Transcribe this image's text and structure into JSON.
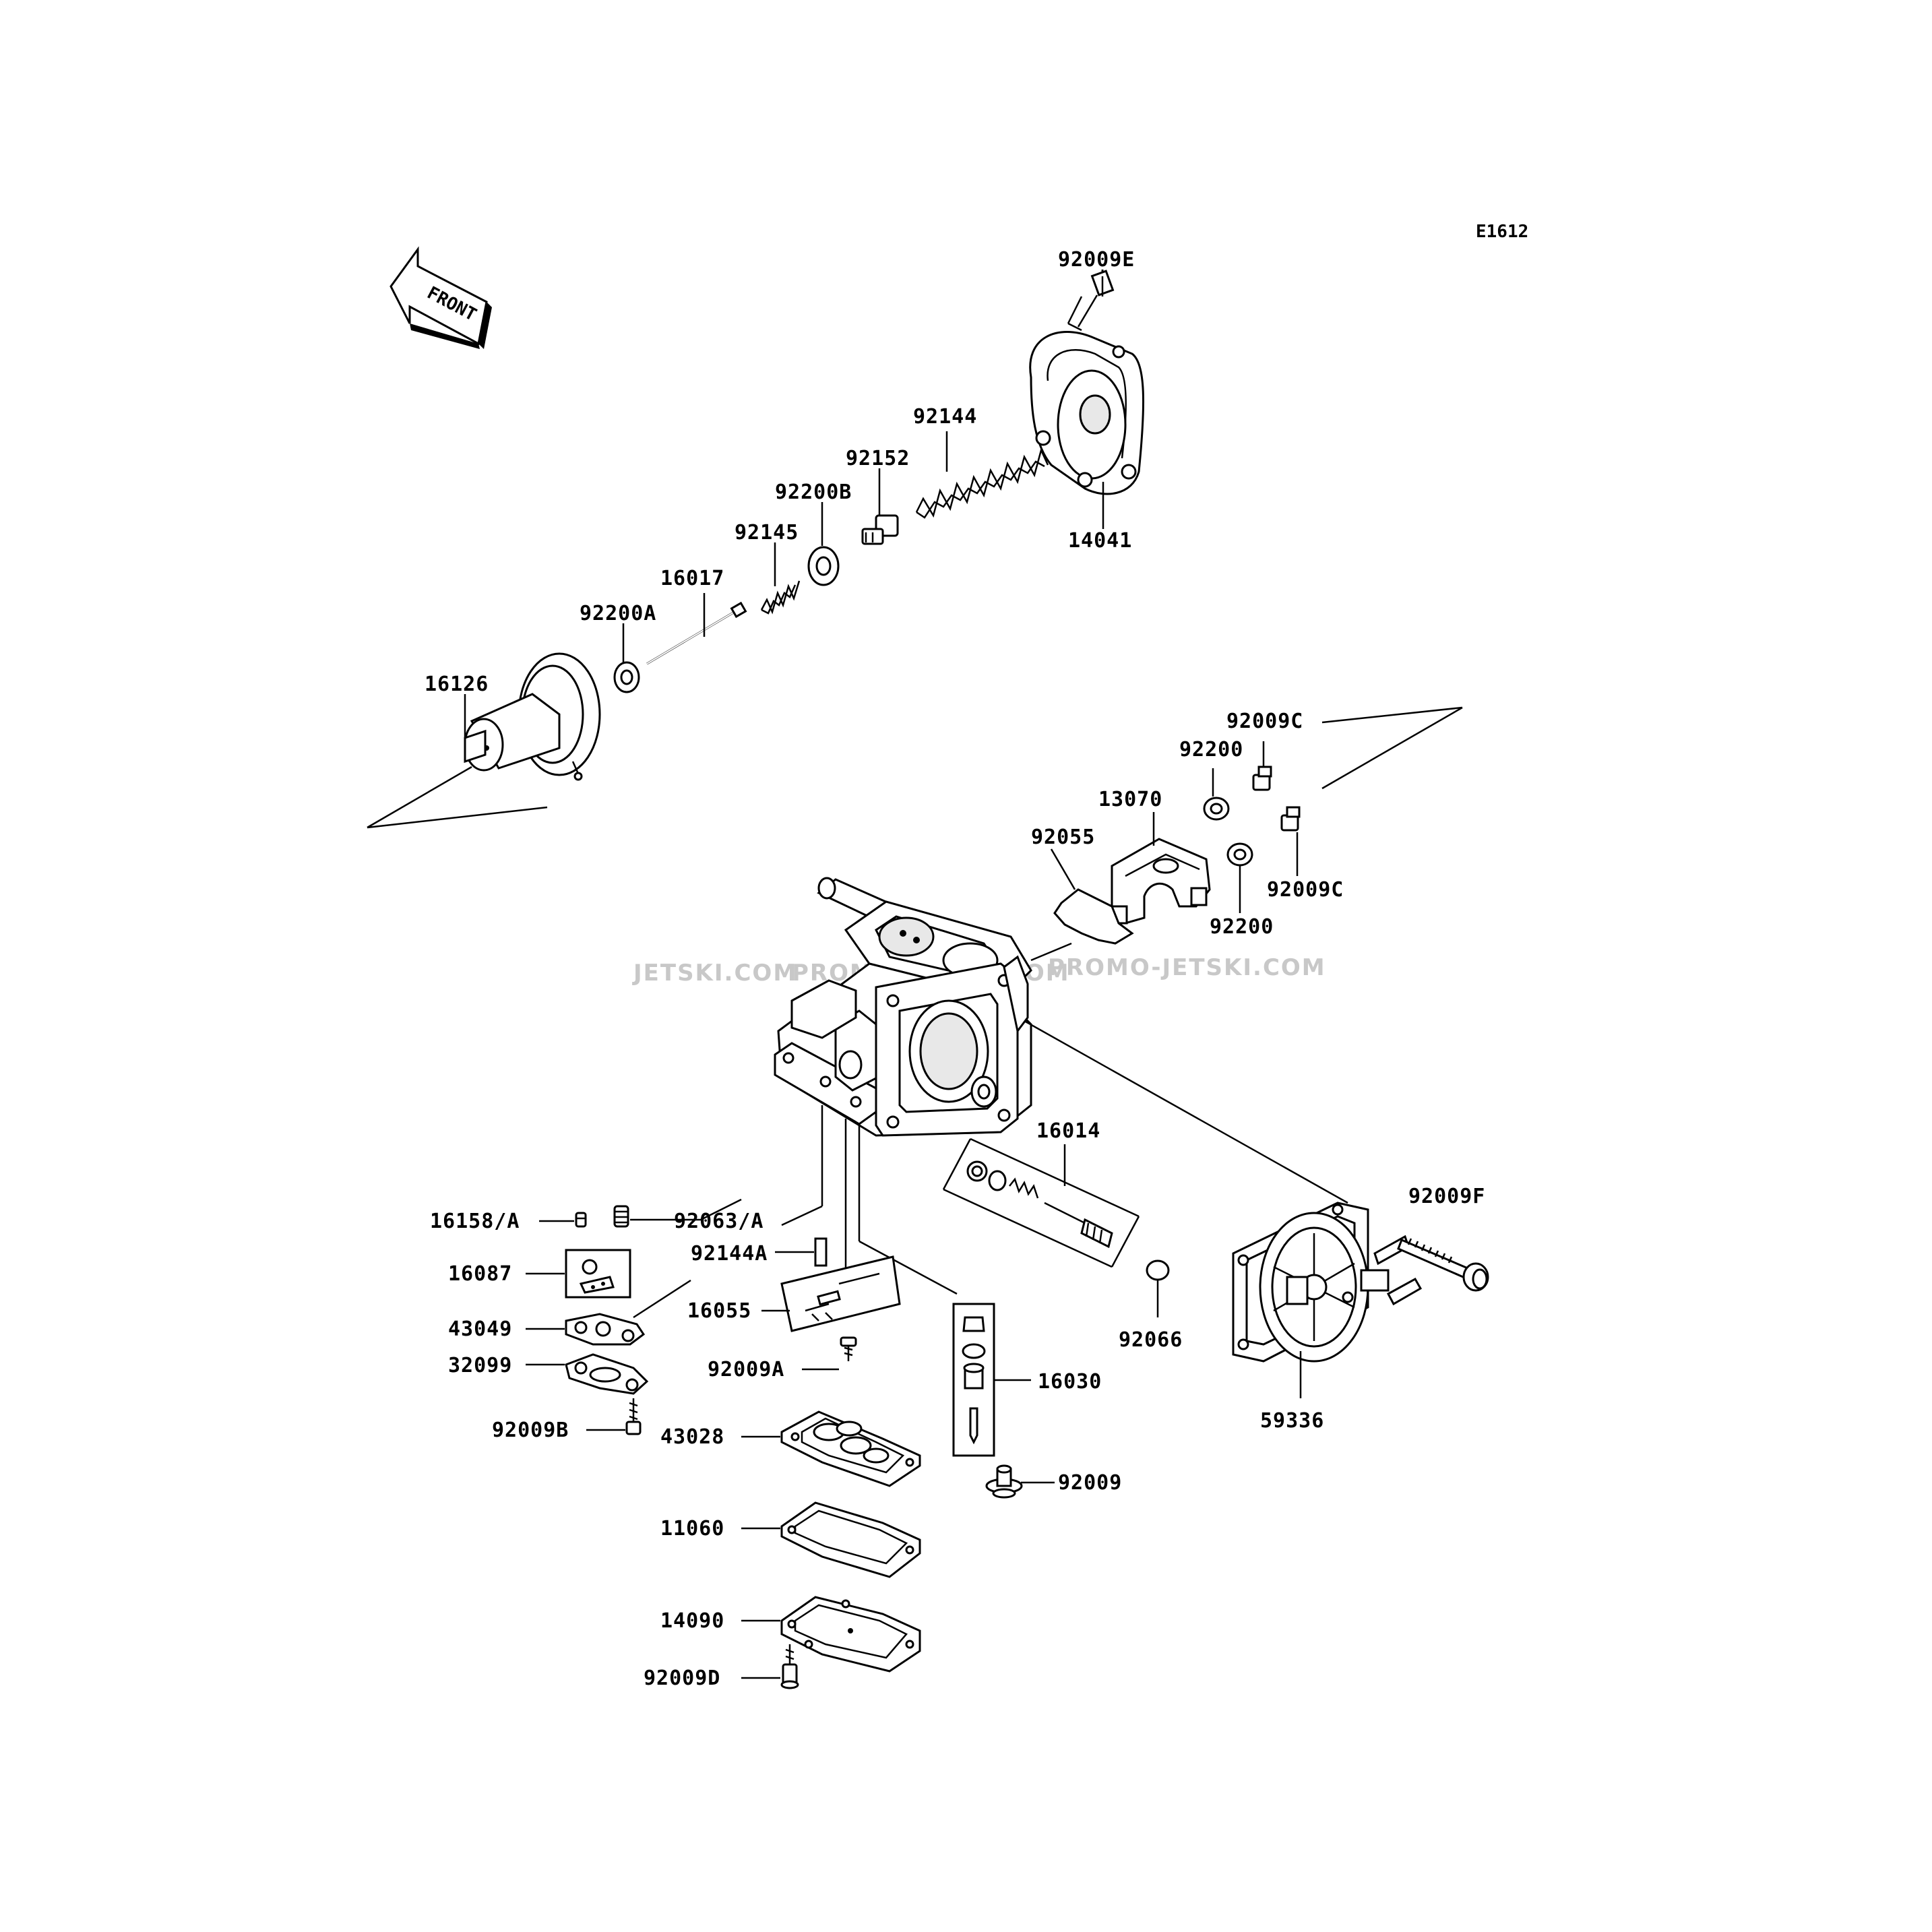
{
  "diagram": {
    "code": "E1612",
    "front_label": "FRONT",
    "watermarks": [
      "JETSKI.COM",
      "PROMO-JETSKI.COM",
      "PROMO-JETSKI.COM"
    ],
    "part_labels": {
      "p92009E": "92009E",
      "p92144": "92144",
      "p92152": "92152",
      "p92200B": "92200B",
      "p92145": "92145",
      "p14041": "14041",
      "p16017": "16017",
      "p92200A": "92200A",
      "p16126": "16126",
      "p92009C_a": "92009C",
      "p92200_a": "92200",
      "p13070": "13070",
      "p92055": "92055",
      "p92009C_b": "92009C",
      "p92200_b": "92200",
      "p16014": "16014",
      "p92009F": "92009F",
      "p16158A": "16158/A",
      "p92063A": "92063/A",
      "p92144A": "92144A",
      "p16087": "16087",
      "p16055": "16055",
      "p43049": "43049",
      "p92009A": "92009A",
      "p32099": "32099",
      "p16030": "16030",
      "p92066": "92066",
      "p59336": "59336",
      "p92009B": "92009B",
      "p43028": "43028",
      "p92009": "92009",
      "p11060": "11060",
      "p14090": "14090",
      "p92009D": "92009D"
    }
  }
}
